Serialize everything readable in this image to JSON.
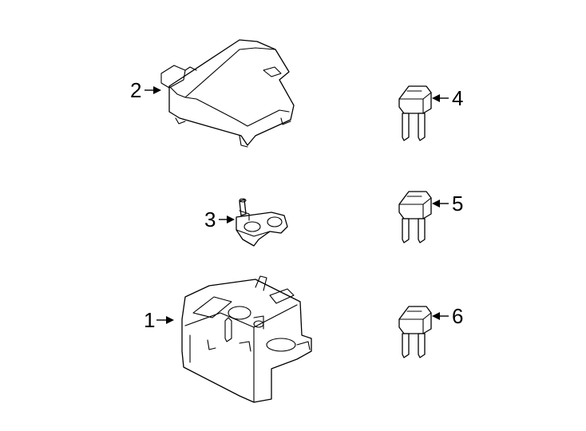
{
  "callouts": [
    {
      "id": "callout-1",
      "number": "1"
    },
    {
      "id": "callout-2",
      "number": "2"
    },
    {
      "id": "callout-3",
      "number": "3"
    },
    {
      "id": "callout-4",
      "number": "4"
    },
    {
      "id": "callout-5",
      "number": "5"
    },
    {
      "id": "callout-6",
      "number": "6"
    }
  ],
  "colors": {
    "line": "#000000",
    "background": "#ffffff"
  }
}
